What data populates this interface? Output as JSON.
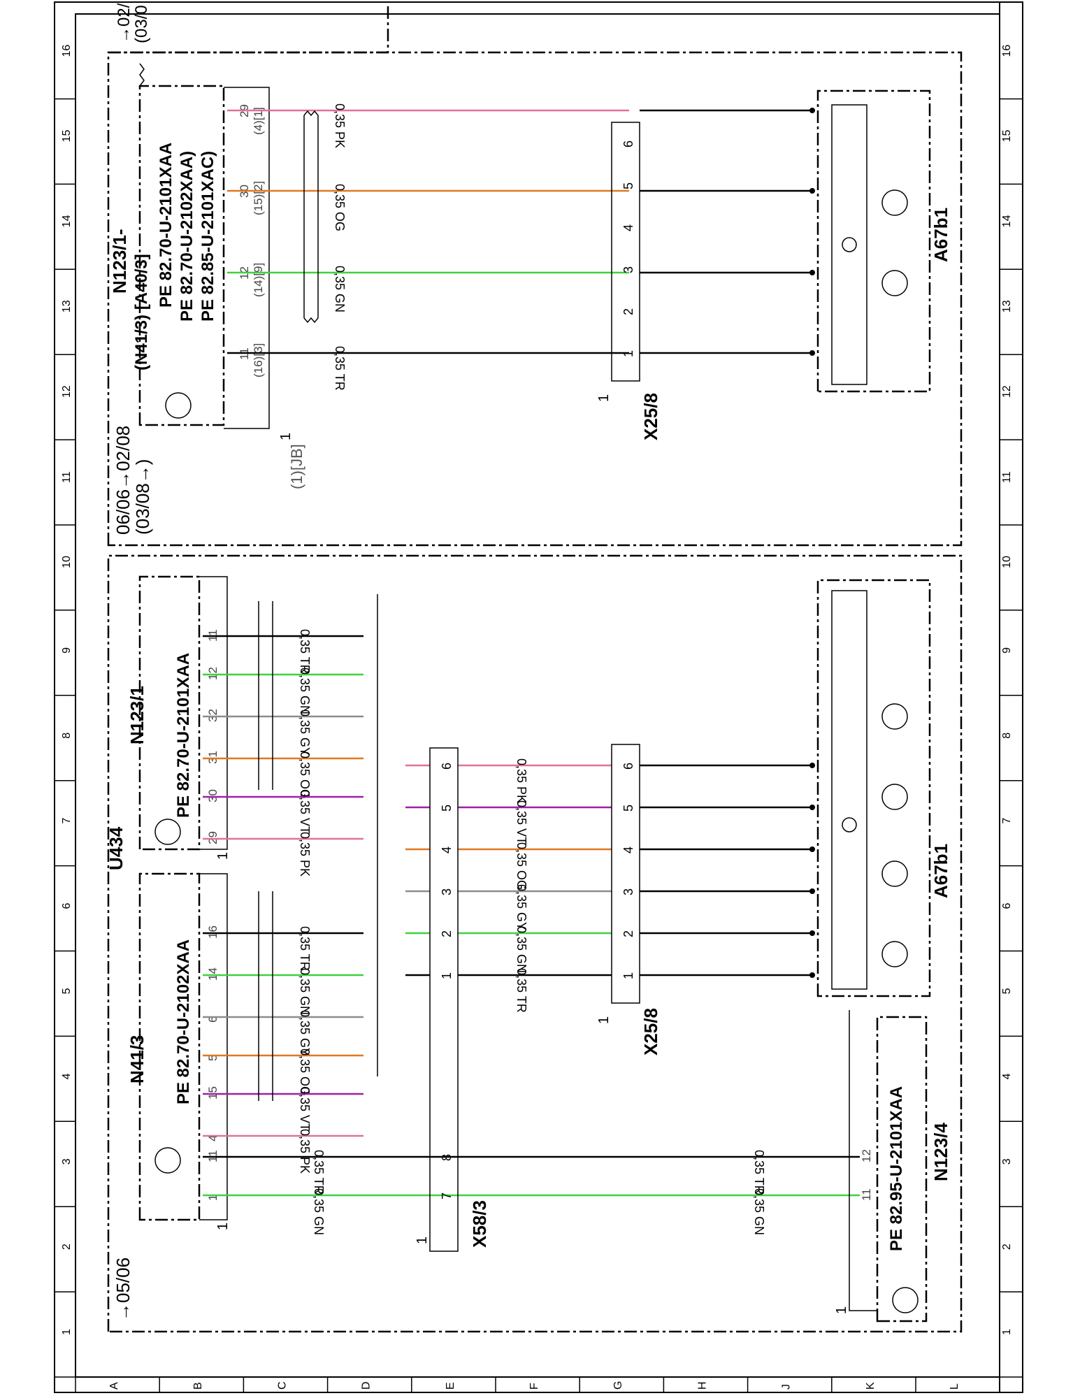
{
  "grid": {
    "rows": [
      "A",
      "B",
      "C",
      "D",
      "E",
      "F",
      "G",
      "H",
      "J",
      "K",
      "L"
    ],
    "cols": [
      "1",
      "2",
      "3",
      "4",
      "5",
      "6",
      "7",
      "8",
      "9",
      "10",
      "11",
      "12",
      "13",
      "14",
      "15",
      "16"
    ]
  },
  "colors": {
    "PK": "#e2709e",
    "VT": "#a020a8",
    "OG": "#e07820",
    "GY": "#8c8c8c",
    "GN": "#3fd23f",
    "TR": "#000000"
  },
  "top_box": {
    "line1": "→02/",
    "line2": "(03/0"
  },
  "sections": {
    "upper": {
      "period1": "06/06→02/08",
      "period2": "(03/08→)"
    },
    "lower": {
      "period": "→05/06"
    }
  },
  "components": {
    "n123_1_top": {
      "title": "N123/1-",
      "subtitle": "(N41/3) [A40/3]",
      "pe_lines": [
        "PE  82.70-U-2101XAA",
        "PE  82.70-U-2102XAA)",
        "PE  82.85-U-2101XAC)"
      ],
      "pins": [
        {
          "num": "11",
          "alt": "(16)[3]",
          "color": "TR",
          "wire": "0,35 TR"
        },
        {
          "num": "12",
          "alt": "(14)[9]",
          "color": "GN",
          "wire": "0,35 GN"
        },
        {
          "num": "30",
          "alt": "(15)[2]",
          "color": "OG",
          "wire": "0,35 OG"
        },
        {
          "num": "29",
          "alt": "(4)[1]",
          "color": "PK",
          "wire": "0,35 PK"
        }
      ],
      "ground_ref": "(1)[JB]",
      "ref_one": "1"
    },
    "n123_1_lower": {
      "title": "N123/1",
      "pe": "PE  82.70-U-2101XAA",
      "pins": [
        {
          "num": "11",
          "color": "TR",
          "wire": "0,35 TR"
        },
        {
          "num": "12",
          "color": "GN",
          "wire": "0,35 GN"
        },
        {
          "num": "32",
          "color": "GY",
          "wire": "0,35 GY"
        },
        {
          "num": "31",
          "color": "OG",
          "wire": "0,35 OG"
        },
        {
          "num": "30",
          "color": "VT",
          "wire": "0,35 VT"
        },
        {
          "num": "29",
          "color": "PK",
          "wire": "0,35 PK"
        }
      ],
      "ref_one": "1"
    },
    "n41_3": {
      "title": "N41/3",
      "pe": "PE  82.70-U-2102XAA",
      "pins": [
        {
          "num": "16",
          "color": "TR",
          "wire": "0,35 TR"
        },
        {
          "num": "14",
          "color": "GN",
          "wire": "0,35 GN"
        },
        {
          "num": "6",
          "color": "GY",
          "wire": "0,35 GY"
        },
        {
          "num": "5",
          "color": "OG",
          "wire": "0,35 OG"
        },
        {
          "num": "15",
          "color": "VT",
          "wire": "0,35 VT"
        },
        {
          "num": "4",
          "color": "PK",
          "wire": "0,35 PK"
        }
      ],
      "can_pins": [
        {
          "num": "1",
          "color": "GN",
          "wire": "0,35 GN"
        },
        {
          "num": "11",
          "color": "TR",
          "wire": "0,35 TR"
        }
      ],
      "ref_one": "1"
    },
    "u434": {
      "label": "U434"
    },
    "x58_3": {
      "label": "X58/3",
      "ref_one": "1",
      "pins": [
        {
          "num": "1",
          "color": "TR",
          "wire": "0,35 TR"
        },
        {
          "num": "2",
          "color": "GN",
          "wire": "0,35 GN"
        },
        {
          "num": "3",
          "color": "GY",
          "wire": "0,35 GY"
        },
        {
          "num": "4",
          "color": "OG",
          "wire": "0,35 OG"
        },
        {
          "num": "5",
          "color": "VT",
          "wire": "0,35 VT"
        },
        {
          "num": "6",
          "color": "PK",
          "wire": "0,35 PK"
        }
      ],
      "can_pins": [
        {
          "num": "7",
          "color": "GN"
        },
        {
          "num": "8",
          "color": "TR"
        }
      ]
    },
    "x25_8_top": {
      "label": "X25/8",
      "ref_one": "1",
      "pins": [
        "1",
        "2",
        "3",
        "4",
        "5",
        "6"
      ]
    },
    "x25_8_lower": {
      "label": "X25/8",
      "ref_one": "1",
      "pins": [
        "1",
        "2",
        "3",
        "4",
        "5",
        "6"
      ]
    },
    "a67b1_top": {
      "label": "A67b1"
    },
    "a67b1_lower": {
      "label": "A67b1"
    },
    "n123_4": {
      "title": "N123/4",
      "pe": "PE  82.95-U-2101XAA",
      "pins": [
        {
          "num": "11",
          "color": "GN",
          "wire": "0,35 GN"
        },
        {
          "num": "12",
          "color": "TR",
          "wire": "0,35 TR"
        }
      ],
      "ref_one": "1"
    }
  }
}
